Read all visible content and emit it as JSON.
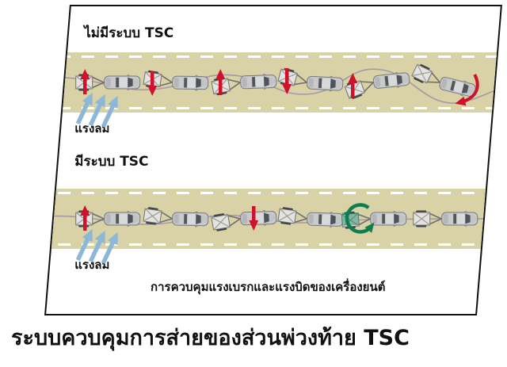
{
  "header": {
    "no_tsc_label": "ไม่มีระบบ TSC",
    "tsc_label": "มีระบบ TSC"
  },
  "wind": {
    "label": "แรงลม"
  },
  "caption": "การควบคุมแรงเบรกและแรงบิดของเครื่องยนต์",
  "title": "ระบบควบคุมการส่ายของส่วนพ่วงท้าย TSC",
  "colors": {
    "road": "#d9d2a7",
    "arrow_red": "#d0112b",
    "arrow_blue": "#8db7d6",
    "arrow_green": "#0d7e53",
    "trajectory": "#a393a9",
    "panel_border": "#111111"
  }
}
